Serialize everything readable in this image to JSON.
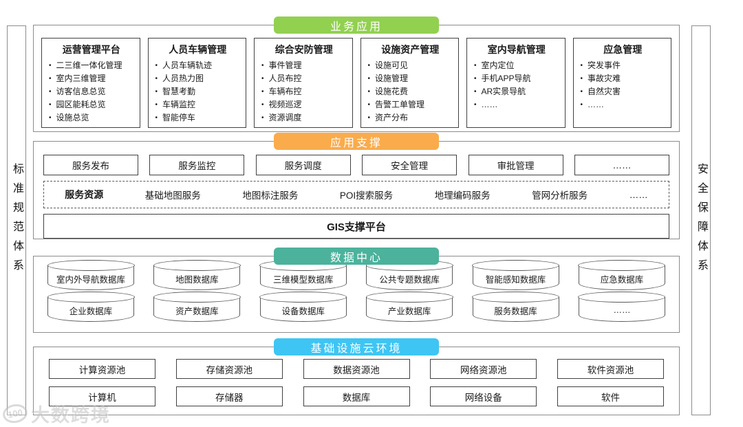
{
  "side_rails": {
    "left": "标准规范体系",
    "right": "安全保障体系"
  },
  "layers": {
    "business": {
      "banner": "业务应用",
      "banner_color": "#92d050",
      "cards": [
        {
          "title": "运营管理平台",
          "items": [
            "二三维一体化管理",
            "室内三维管理",
            "访客信息总览",
            "园区能耗总览",
            "设施总览"
          ]
        },
        {
          "title": "人员车辆管理",
          "items": [
            "人员车辆轨迹",
            "人员热力图",
            "智慧考勤",
            "车辆监控",
            "智能停车"
          ]
        },
        {
          "title": "综合安防管理",
          "items": [
            "事件管理",
            "人员布控",
            "车辆布控",
            "视频巡逻",
            "资源调度"
          ]
        },
        {
          "title": "设施资产管理",
          "items": [
            "设施可见",
            "设施管理",
            "设施花费",
            "告警工单管理",
            "资产分布"
          ]
        },
        {
          "title": "室内导航管理",
          "items": [
            "室内定位",
            "手机APP导航",
            "AR实景导航",
            "……"
          ]
        },
        {
          "title": "应急管理",
          "items": [
            "突发事件",
            "事故灾难",
            "自然灾害",
            "……"
          ]
        }
      ]
    },
    "support": {
      "banner": "应用支撑",
      "banner_color": "#faab4c",
      "services": [
        "服务发布",
        "服务监控",
        "服务调度",
        "安全管理",
        "审批管理",
        "……"
      ],
      "resources_label": "服务资源",
      "resources": [
        "基础地图服务",
        "地图标注服务",
        "POI搜索服务",
        "地理编码服务",
        "管网分析服务",
        "……"
      ],
      "platform": "GIS支撑平台"
    },
    "data_center": {
      "banner": "数据中心",
      "banner_color": "#4cb29c",
      "row1": [
        "室内外导航数据库",
        "地图数据库",
        "三维模型数据库",
        "公共专题数据库",
        "智能感知数据库",
        "应急数据库"
      ],
      "row2": [
        "企业数据库",
        "资产数据库",
        "设备数据库",
        "产业数据库",
        "服务数据库",
        "……"
      ]
    },
    "cloud": {
      "banner": "基础设施云环境",
      "banner_color": "#3ec5f4",
      "row1": [
        "计算资源池",
        "存储资源池",
        "数据资源池",
        "网络资源池",
        "软件资源池"
      ],
      "row2": [
        "计算机",
        "存储器",
        "数据库",
        "网络设备",
        "软件"
      ]
    }
  },
  "watermark": {
    "logo_text": "100",
    "text": "大数跨境"
  }
}
